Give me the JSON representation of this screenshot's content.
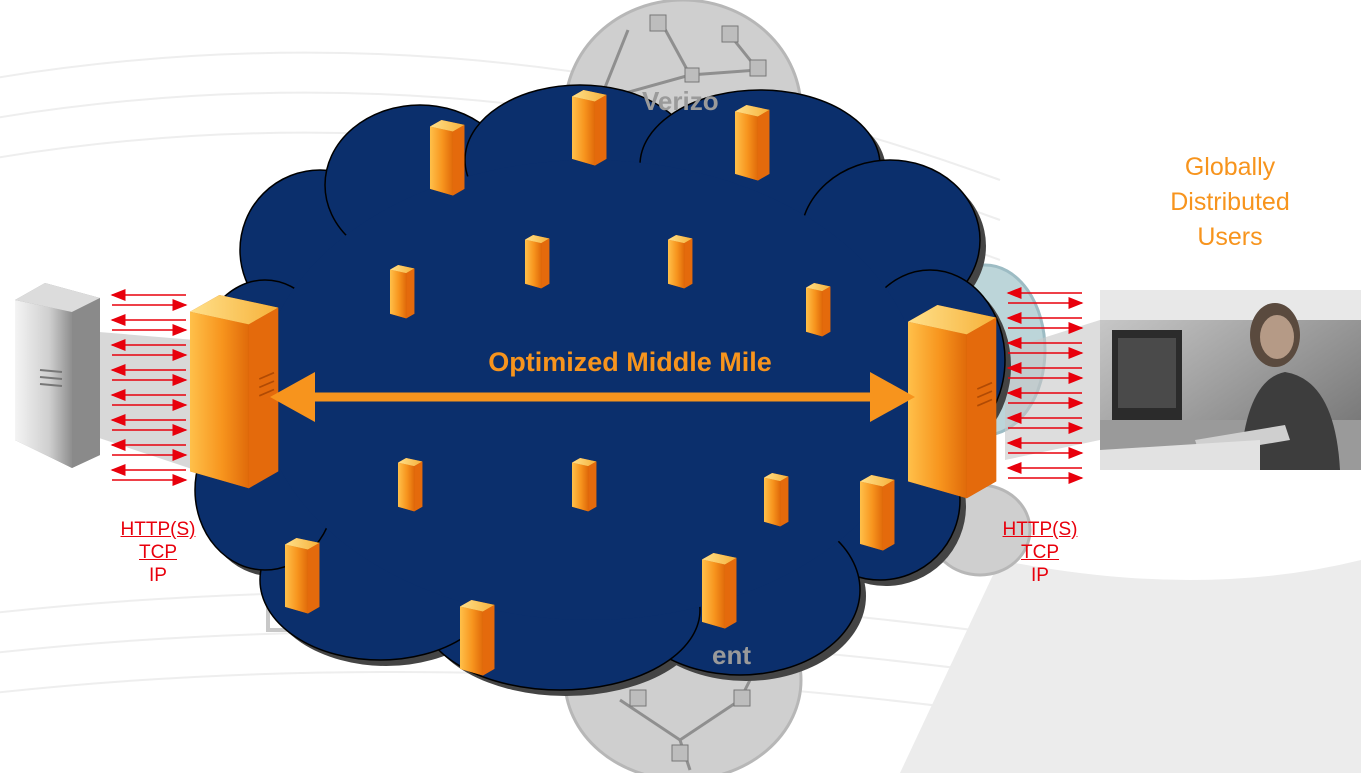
{
  "diagram": {
    "center_label": "Optimized Middle Mile",
    "users_label_lines": [
      "Globally",
      "Distributed",
      "Users"
    ],
    "left_protocols": [
      "HTTP(S)",
      "TCP",
      "IP"
    ],
    "right_protocols": [
      "HTTP(S)",
      "TCP",
      "IP"
    ],
    "partial_network_labels": [
      "Verizo",
      "ent"
    ],
    "colors": {
      "cloud": "#0B2F6C",
      "accent_orange": "#F7941D",
      "arrow_red": "#E8000C",
      "server_orange": "#F08A12"
    },
    "icons": [
      "origin-server-icon",
      "edge-server-icon",
      "user-photo",
      "network-globe-icon"
    ]
  }
}
